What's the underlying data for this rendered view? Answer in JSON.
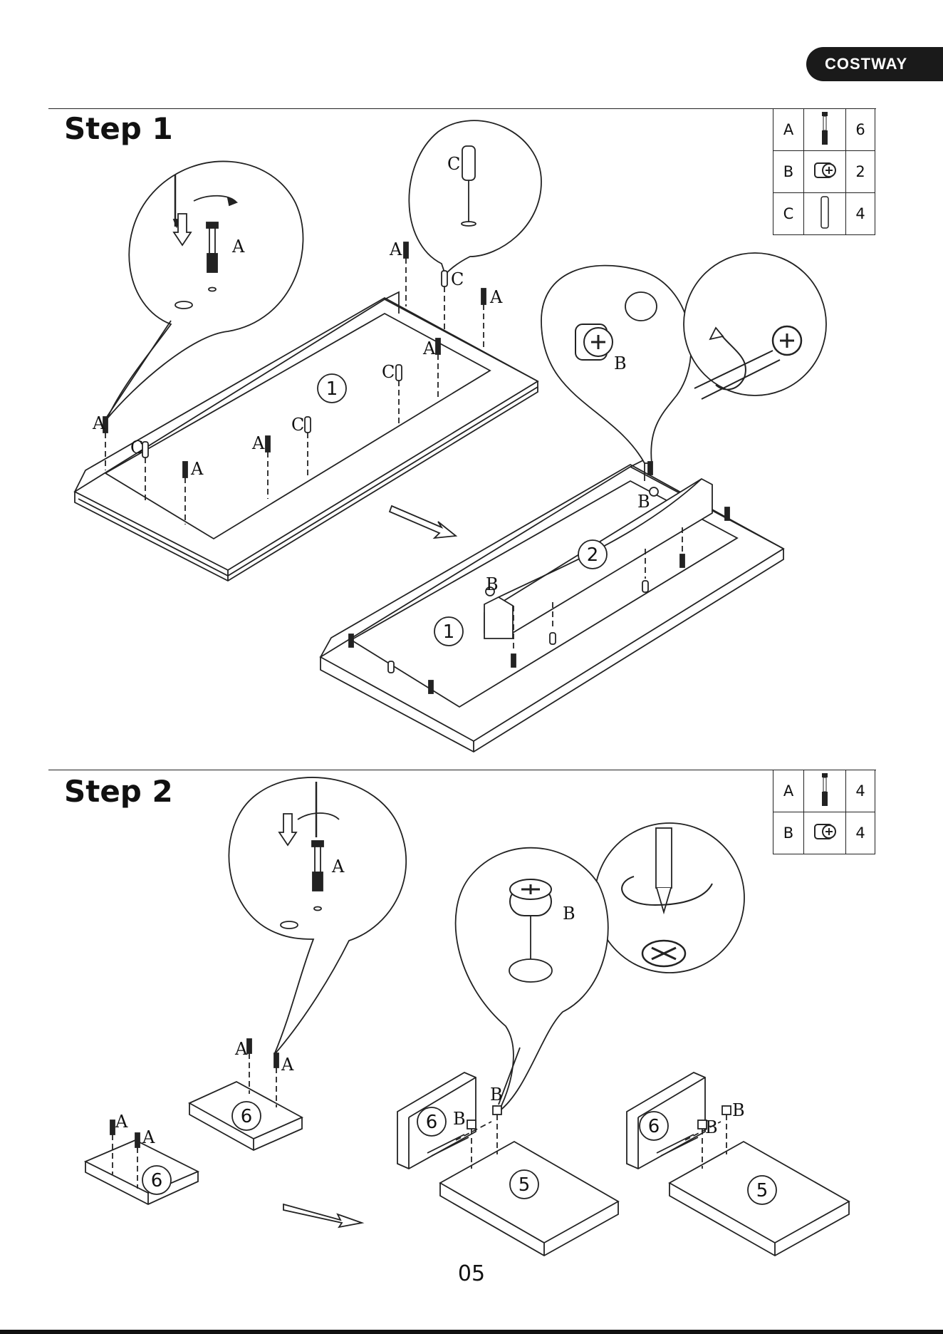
{
  "brand": "COSTWAY",
  "steps": [
    {
      "title": "Step 1",
      "parts": [
        {
          "label": "A",
          "icon": "cam-bolt-icon",
          "qty": "6"
        },
        {
          "label": "B",
          "icon": "cam-lock-icon",
          "qty": "2"
        },
        {
          "label": "C",
          "icon": "dowel-icon",
          "qty": "4"
        }
      ],
      "callouts": [
        "A",
        "C",
        "B"
      ],
      "panel_labels": [
        "A",
        "A",
        "A",
        "A",
        "A",
        "A",
        "C",
        "C",
        "C",
        "C",
        "B",
        "B"
      ],
      "panel_numbers": [
        "1",
        "1",
        "2"
      ]
    },
    {
      "title": "Step 2",
      "parts": [
        {
          "label": "A",
          "icon": "cam-bolt-icon",
          "qty": "4"
        },
        {
          "label": "B",
          "icon": "cam-lock-icon",
          "qty": "4"
        }
      ],
      "callouts": [
        "A",
        "B"
      ],
      "panel_labels": [
        "A",
        "A",
        "A",
        "A",
        "B",
        "B",
        "B",
        "B"
      ],
      "panel_numbers": [
        "6",
        "6",
        "6",
        "6",
        "5",
        "5"
      ]
    }
  ],
  "page_number": "05"
}
